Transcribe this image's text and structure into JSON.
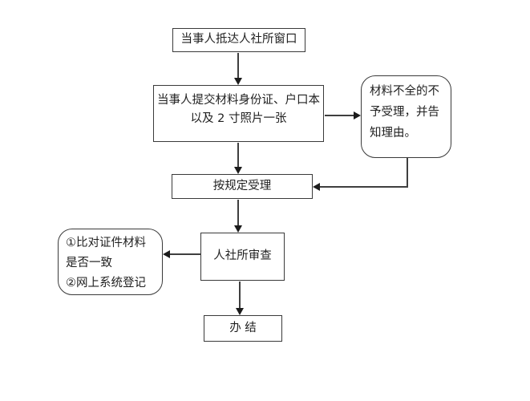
{
  "diagram": {
    "title": "",
    "colors": {
      "background": "#ffffff",
      "node_border": "#3a3a3a",
      "line": "#3f3f3f",
      "text": "#1f1f1f"
    },
    "nodes": {
      "arrive": {
        "label": "当事人抵达人社所窗口"
      },
      "submit": {
        "lines": [
          "当事人提交材料身份证、户口本",
          "以及 2 寸照片一张"
        ]
      },
      "reject": {
        "lines": [
          "材料不全的不",
          "予受理，并告",
          "知理由。"
        ]
      },
      "accept": {
        "label": "按规定受理"
      },
      "check": {
        "lines": [
          "①比对证件材料",
          "是否一致",
          "②网上系统登记"
        ]
      },
      "review": {
        "label": "人社所审查"
      },
      "complete": {
        "label": "办 结"
      }
    }
  }
}
